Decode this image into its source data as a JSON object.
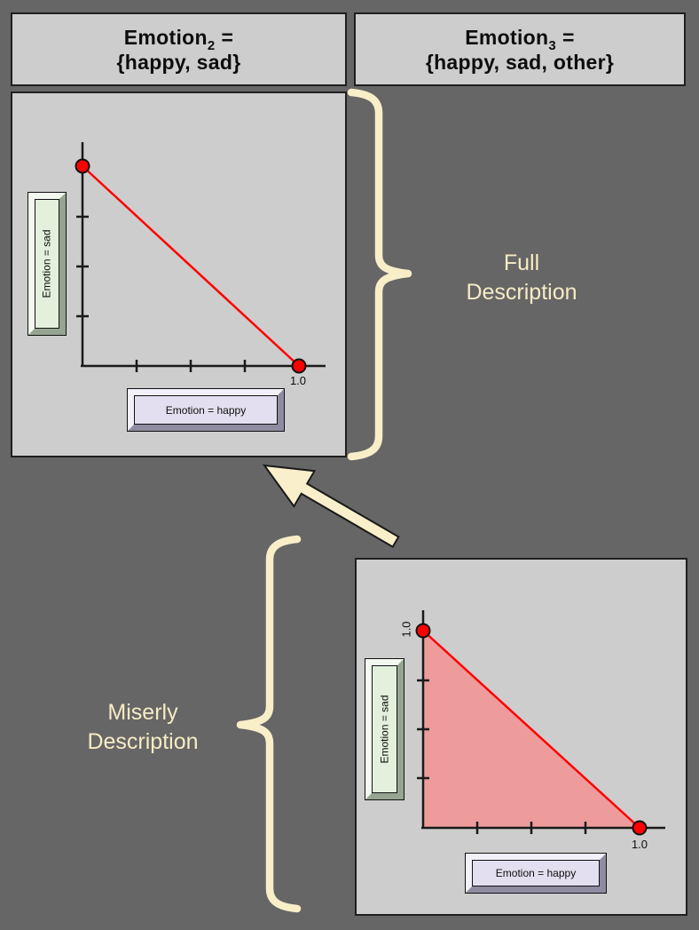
{
  "figure": {
    "background": "#666666",
    "panel_color": "#cdcdcd",
    "accent_red": "#ff0000",
    "triangle_fill": "#ee9b9b",
    "cream": "#f8eec8",
    "green_label_fill": "#e3f0dc",
    "purple_label_fill": "#e3dff0"
  },
  "headers": {
    "left": {
      "word": "Emotion",
      "subscript": "2",
      "equals": "=",
      "set": "{happy, sad}"
    },
    "right": {
      "word": "Emotion",
      "subscript": "3",
      "equals": "=",
      "set": "{happy, sad, other}"
    }
  },
  "plots": {
    "full": {
      "y_axis_label": "Emotion = sad",
      "x_axis_label": "Emotion = happy",
      "x_max_label": "1.0"
    },
    "miserly": {
      "y_axis_label": "Emotion = sad",
      "x_axis_label": "Emotion = happy",
      "x_max_label": "1.0",
      "y_max_label": "1.0"
    }
  },
  "annotations": {
    "full": {
      "line1": "Full",
      "line2": "Description"
    },
    "miserly": {
      "line1": "Miserly",
      "line2": "Description"
    }
  },
  "chart_data": [
    {
      "type": "line",
      "title": "Full Description — Emotion2 = {happy, sad}",
      "xlabel": "Emotion = happy",
      "ylabel": "Emotion = sad",
      "xlim": [
        0,
        1
      ],
      "ylim": [
        0,
        1
      ],
      "x_ticks": [
        0.25,
        0.5,
        0.75,
        1.0
      ],
      "y_ticks": [
        0.25,
        0.5,
        0.75,
        1.0
      ],
      "x_tick_labels_shown": [
        "1.0"
      ],
      "points": [
        [
          0,
          1
        ],
        [
          1,
          0
        ]
      ],
      "markers": [
        [
          0,
          1
        ],
        [
          1,
          0
        ]
      ],
      "fill_under": false,
      "line_color": "#ff0000",
      "marker_color": "#ff0000",
      "grid": false
    },
    {
      "type": "area",
      "title": "Miserly Description — Emotion3 = {happy, sad, other}",
      "xlabel": "Emotion = happy",
      "ylabel": "Emotion = sad",
      "xlim": [
        0,
        1
      ],
      "ylim": [
        0,
        1
      ],
      "x_ticks": [
        0.25,
        0.5,
        0.75,
        1.0
      ],
      "y_ticks": [
        0.25,
        0.5,
        0.75,
        1.0
      ],
      "x_tick_labels_shown": [
        "1.0"
      ],
      "y_tick_labels_shown": [
        "1.0"
      ],
      "points": [
        [
          0,
          1
        ],
        [
          1,
          0
        ]
      ],
      "markers": [
        [
          0,
          1
        ],
        [
          1,
          0
        ]
      ],
      "region_vertices": [
        [
          0,
          0
        ],
        [
          0,
          1
        ],
        [
          1,
          0
        ]
      ],
      "fill_under": true,
      "fill_color": "#ee9b9b",
      "line_color": "#ff0000",
      "marker_color": "#ff0000",
      "grid": false
    }
  ]
}
